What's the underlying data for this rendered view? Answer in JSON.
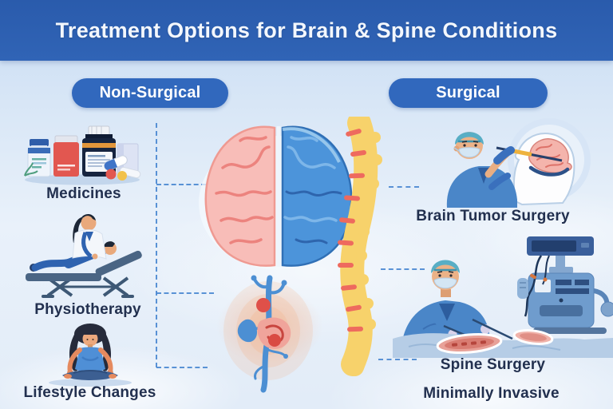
{
  "title": "Treatment Options for Brain & Spine Conditions",
  "non_surgical": {
    "header": "Non-Surgical",
    "items": [
      {
        "label": "Medicines"
      },
      {
        "label": "Physiotherapy"
      },
      {
        "label": "Lifestyle Changes"
      }
    ]
  },
  "surgical": {
    "header": "Surgical",
    "items": [
      {
        "label": "Brain Tumor Surgery"
      },
      {
        "label": "Spine Surgery"
      },
      {
        "label": "Minimally Invasive"
      }
    ]
  },
  "icons": {
    "center_left": "brain-hemispheres-icon",
    "center_right": "spine-column-icon",
    "center_bottom": "blood-vessels-icon"
  },
  "colors": {
    "banner_blue": "#2e62b3",
    "pill_blue": "#3168bd",
    "label_navy": "#22304f",
    "dash_blue": "#4a88d2",
    "brain_left_pink": "#f8bdb8",
    "brain_right_blue": "#4c94da",
    "spine_yellow": "#f7d26b",
    "disc_red": "#ee6a5e",
    "scrubs_blue": "#4a86c8",
    "cap_teal": "#58aec5",
    "background_top": "#c6dbf2",
    "background_bottom": "#e2ecf8"
  }
}
